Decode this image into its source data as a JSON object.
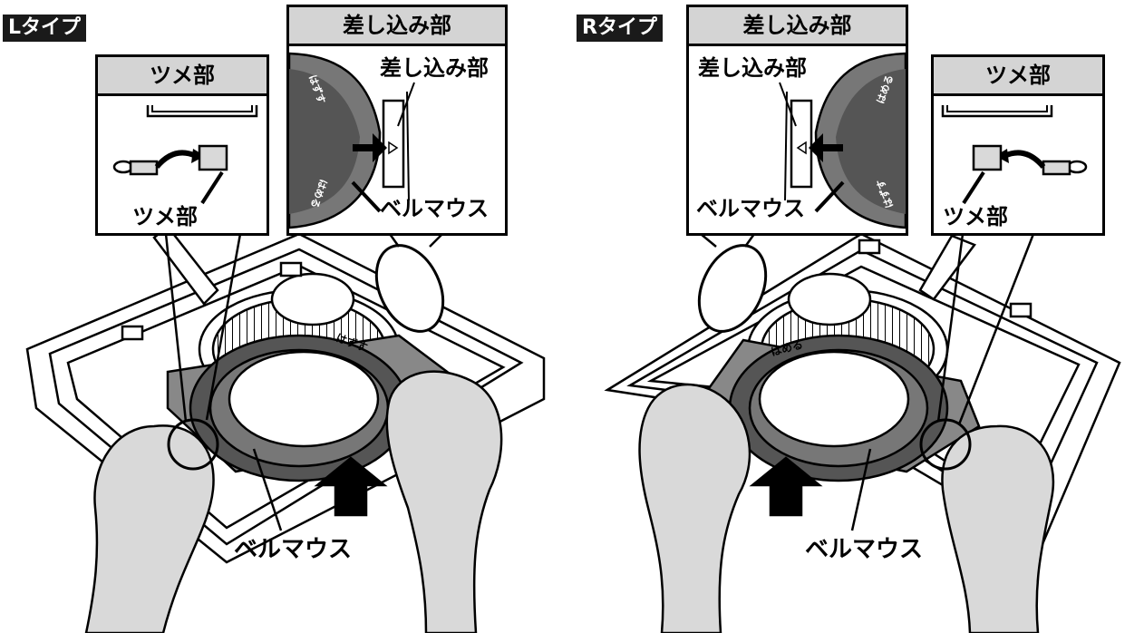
{
  "left": {
    "type_label": "Lタイプ",
    "claw_box": {
      "title": "ツメ部",
      "label": "ツメ部"
    },
    "insert_box": {
      "title": "差し込み部",
      "inner_label": "差し込み部",
      "bellmouth_label": "ベルマウス",
      "arc_text_top": "はずす",
      "arc_text_bottom": "はめる"
    },
    "bottom_label": "ベルマウス",
    "ring_text": "はずす"
  },
  "right": {
    "type_label": "Rタイプ",
    "claw_box": {
      "title": "ツメ部",
      "label": "ツメ部"
    },
    "insert_box": {
      "title": "差し込み部",
      "inner_label": "差し込み部",
      "bellmouth_label": "ベルマウス",
      "arc_text_top": "はめる",
      "arc_text_bottom": "はずす"
    },
    "bottom_label": "ベルマウス",
    "ring_text": "はめる"
  },
  "colors": {
    "ink": "#000000",
    "header_gray": "#d4d4d4",
    "ring_dark": "#555555",
    "ring_mid": "#777777",
    "glove": "#d9d9d9",
    "bellmouth_shade": "#8a8a8a"
  }
}
